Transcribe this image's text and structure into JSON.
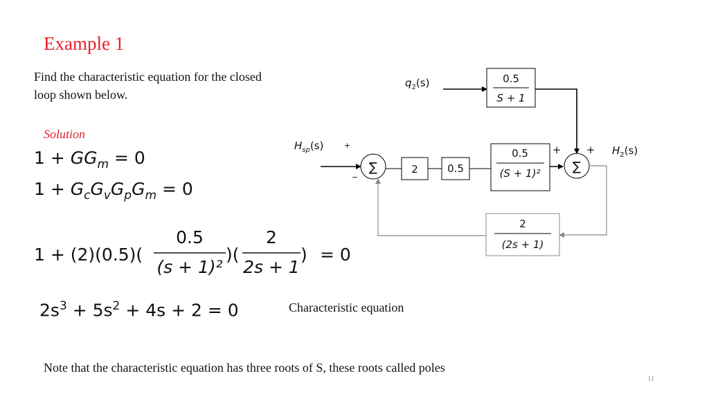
{
  "slide": {
    "title": "Example 1",
    "problem": "Find the characteristic equation for the closed loop  shown below.",
    "solution_label": "Solution",
    "characteristic_label": "Characteristic equation",
    "note": "Note that the characteristic equation has three roots of S, these roots called poles",
    "page_number": "11"
  },
  "equations": {
    "eq1": {
      "lead": "1 + ",
      "g": "G",
      "gm": "G",
      "gm_sub": "m",
      "rhs": " = 0"
    },
    "eq2": {
      "lead": "1 + ",
      "g1": "G",
      "s1": "c",
      "g2": "G",
      "s2": "v",
      "g3": "G",
      "s3": "p",
      "g4": "G",
      "s4": "m",
      "rhs": " = 0"
    },
    "eq3": {
      "lead": "1 + (2)(0.5)(",
      "frac1_num": "0.5",
      "frac1_den": "(s + 1)²",
      "mid": ")(",
      "frac2_num": "2",
      "frac2_den": "2s + 1",
      "close": ")",
      "rhs": "= 0"
    },
    "eq4": {
      "t1": "2s",
      "t1_exp": "3",
      "t2": " + 5s",
      "t2_exp": "2",
      "t3": " + 4s + 2 = 0"
    }
  },
  "diagram": {
    "q2_label": "q",
    "q2_sub": "2",
    "q2_arg": "(s)",
    "hsp_label": "H",
    "hsp_sub": "sp",
    "hsp_arg": "(s)",
    "h2_label": "H",
    "h2_sub": "2",
    "h2_arg": "(s)",
    "sum_symbol": "∑",
    "plus": "+",
    "minus": "−",
    "gain_2": "2",
    "gain_05": "0.5",
    "dist_num": "0.5",
    "dist_den": "S + 1",
    "plant_num": "0.5",
    "plant_den": "(S + 1)²",
    "meas_num": "2",
    "meas_den": "(2s + 1)"
  }
}
